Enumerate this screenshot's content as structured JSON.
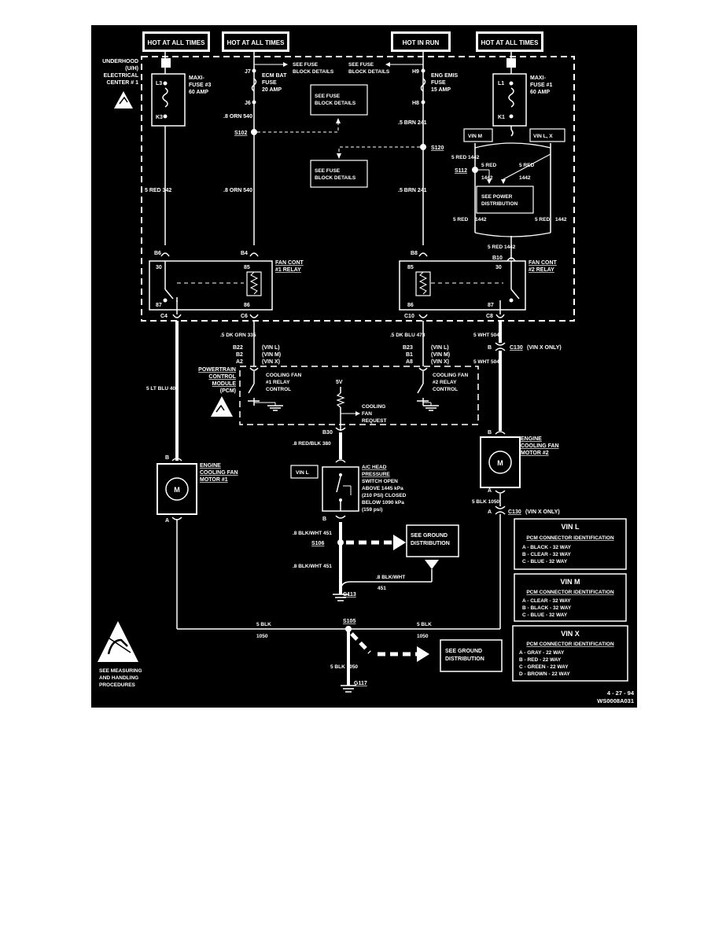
{
  "colors": {
    "background": "#000000",
    "line": "#ffffff",
    "page": "#ffffff"
  },
  "headers": {
    "h1": "HOT AT ALL TIMES",
    "h2": "HOT AT ALL TIMES",
    "h3": "HOT IN RUN",
    "h4": "HOT AT ALL TIMES"
  },
  "underhood": {
    "l1": "UNDERHOOD",
    "l2": "(U/H)",
    "l3": "ELECTRICAL",
    "l4": "CENTER # 1"
  },
  "maxi3": {
    "l1": "MAXI-",
    "l2": "FUSE #3",
    "l3": "60 AMP",
    "top": "L3",
    "bot": "K3"
  },
  "maxi1": {
    "l1": "MAXI-",
    "l2": "FUSE #1",
    "l3": "60 AMP",
    "top": "L1",
    "bot": "K1"
  },
  "ecm": {
    "l1": "ECM BAT",
    "l2": "FUSE",
    "l3": "20 AMP",
    "top": "J7",
    "bot": "J6"
  },
  "emis": {
    "l1": "ENG EMIS",
    "l2": "FUSE",
    "l3": "15 AMP",
    "top": "H9",
    "bot": "H8"
  },
  "fuseblock": {
    "l1": "SEE FUSE",
    "l2": "BLOCK DETAILS"
  },
  "wires": {
    "w342": "5 RED   342",
    "w540a": ".8 ORN   540",
    "w540b": ".8 ORN   540",
    "w241a": ".5 BRN   241",
    "w241b": ".5 BRN   241",
    "w1442a": "5 RED   1442",
    "w1442b": "5 RED",
    "w1442c": "1442",
    "w1442d": "5 RED",
    "w1442e": "1442",
    "w1442f": "5 RED",
    "w1442g": "1442",
    "w1442h": "5 RED",
    "w1442i": "1442",
    "w1442j": "5 RED   1442",
    "w335": ".5 DK GRN   335",
    "w473": ".5 DK BLU   473",
    "w504a": "5 WHT   504",
    "w504b": "5 WHT   504",
    "w409": "5 LT BLU   409",
    "w380": ".8 RED/BLK   380",
    "w451a": ".8 BLK/WHT   451",
    "w451b": ".8 BLK/WHT   451",
    "w451c": ".8 BLK/WHT",
    "w451d": "451",
    "w1050a": "5 BLK   1050",
    "w1050b": "5 BLK",
    "w1050c": "1050",
    "w1050d": "5 BLK",
    "w1050e": "1050",
    "w1050f": "1050",
    "w1050g": "5 BLK   1050"
  },
  "splices": {
    "s102": "S102",
    "s120": "S120",
    "s112": "S112",
    "s106": "S106",
    "s105": "S105",
    "g113": "G113",
    "g117": "G117"
  },
  "vin": {
    "m": "VIN M",
    "lx": "VIN  L,  X",
    "l": "VIN L"
  },
  "power": {
    "l1": "SEE POWER",
    "l2": "DISTRIBUTION"
  },
  "relay1": {
    "l1": "FAN CONT",
    "l2": "#1 RELAY",
    "p30": "30",
    "p85": "85",
    "p87": "87",
    "p86": "86"
  },
  "relay2": {
    "l1": "FAN CONT",
    "l2": "#2 RELAY",
    "p30": "30",
    "p85": "85",
    "p87": "87",
    "p86": "86"
  },
  "conn": {
    "b6": "B6",
    "b4": "B4",
    "b8": "B8",
    "b10": "B10",
    "c4": "C4",
    "c6": "C6",
    "c10": "C10",
    "c8": "C8",
    "b22": "B22",
    "b2": "B2",
    "a2": "A2",
    "b23": "B23",
    "b1": "B1",
    "a8": "A8",
    "b30": "B30",
    "vl1": "(VIN  L)",
    "vm1": "(VIN  M)",
    "vx1": "(VIN  X)",
    "vl2": "(VIN  L)",
    "vm2": "(VIN  M)",
    "vx2": "(VIN  X)",
    "c130a": "C130",
    "c130b": "C130",
    "vxonly1": "(VIN X ONLY)",
    "vxonly2": "(VIN X ONLY)",
    "pinB1": "B",
    "pinB2": "B",
    "pinB3": "B",
    "pinB4": "B",
    "pinA1": "A",
    "pinA2": "A",
    "pinA3": "A"
  },
  "pcm": {
    "l1": "POWERTRAIN",
    "l2": "CONTROL",
    "l3": "MODULE",
    "l4": "(PCM)",
    "r1a": "COOLING FAN",
    "r1b": "#1 RELAY",
    "r1c": "CONTROL",
    "r2a": "COOLING FAN",
    "r2b": "#2 RELAY",
    "r2c": "CONTROL",
    "v5": "5V",
    "req1": "COOLING",
    "req2": "FAN",
    "req3": "REQUEST"
  },
  "motor1": {
    "l1": "ENGINE",
    "l2": "COOLING FAN",
    "l3": "MOTOR #1",
    "m": "M"
  },
  "motor2": {
    "l1": "ENGINE",
    "l2": "COOLING FAN",
    "l3": "MOTOR #2",
    "m": "M"
  },
  "acswitch": {
    "l1": "A/C HEAD",
    "l2": "PRESSURE",
    "l3": "SWITCH OPEN",
    "l4": "ABOVE 1445 kPa",
    "l5": "(210 PSI) CLOSED",
    "l6": "BELOW 1090 kPa",
    "l7": "(159 psi)"
  },
  "ground": {
    "l1": "SEE GROUND",
    "l2": "DISTRIBUTION"
  },
  "handling": {
    "l1": "SEE MEASURING",
    "l2": "AND HANDLING",
    "l3": "PROCEDURES"
  },
  "tables": {
    "vinl": {
      "title": "VIN L",
      "sub": "PCM CONNECTOR IDENTIFICATION",
      "rows": [
        {
          "text": "A  -  BLACK      -  32 WAY"
        },
        {
          "text": "B  -  CLEAR      -  32 WAY"
        },
        {
          "text": "C  -  BLUE        -  32 WAY"
        }
      ]
    },
    "vinm": {
      "title": "VIN M",
      "sub": "PCM CONNECTOR IDENTIFICATION",
      "rows": [
        {
          "text": "A  -  CLEAR      -  32 WAY"
        },
        {
          "text": "B  -  BLACK      -  32 WAY"
        },
        {
          "text": "C  -  BLUE        -  32 WAY"
        }
      ]
    },
    "vinx": {
      "title": "VIN X",
      "sub": "PCM CONNECTOR IDENTIFICATION",
      "rows": [
        {
          "text": "A  -  GRAY        -  22  WAY"
        },
        {
          "text": "B  -  RED          -  22  WAY"
        },
        {
          "text": "C  -  GREEN      -  22  WAY"
        },
        {
          "text": "D  -  BROWN      -  22  WAY"
        }
      ]
    }
  },
  "footer": {
    "date": "4 - 27 - 94",
    "code": "WS0008A031"
  }
}
